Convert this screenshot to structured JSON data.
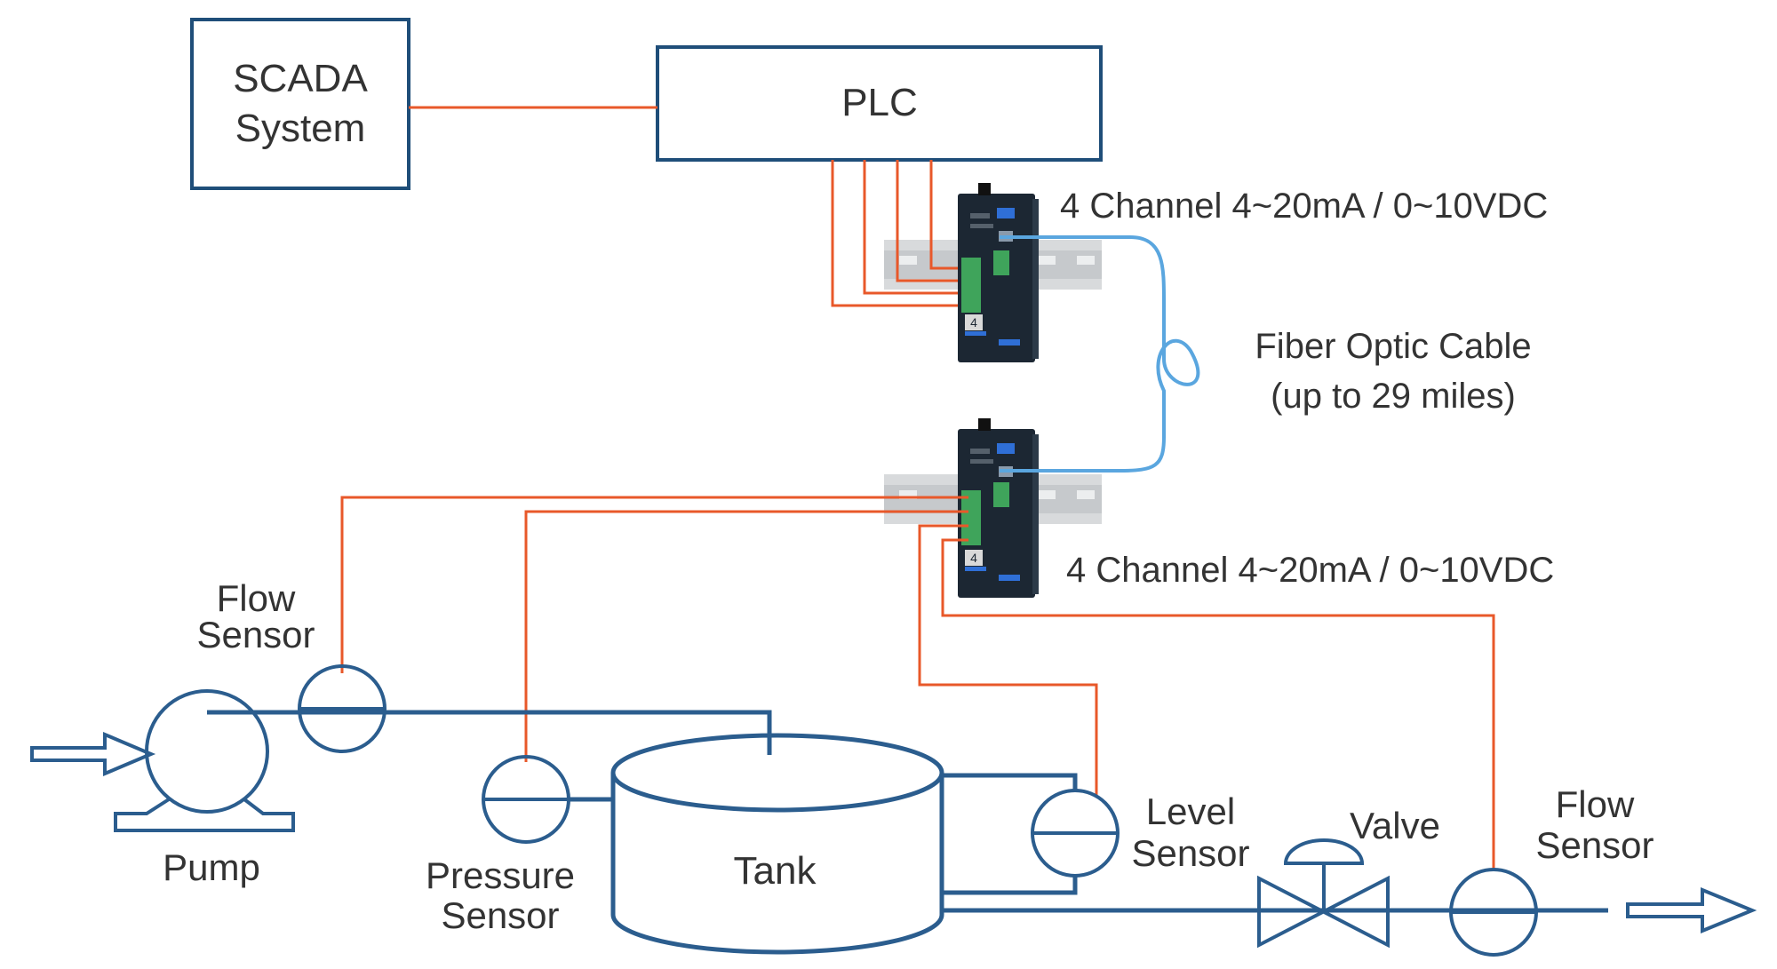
{
  "boxes": {
    "scada": [
      "SCADA",
      "System"
    ],
    "plc": "PLC"
  },
  "modules": {
    "top_label": "4 Channel 4~20mA / 0~10VDC",
    "bottom_label": "4 Channel 4~20mA / 0~10VDC",
    "badge_number": "4"
  },
  "fiber": [
    "Fiber Optic Cable",
    "(up to 29 miles)"
  ],
  "equipment": {
    "flow_sensor_left": [
      "Flow",
      "Sensor"
    ],
    "pump": "Pump",
    "pressure_sensor": [
      "Pressure",
      "Sensor"
    ],
    "tank": "Tank",
    "level_sensor": [
      "Level",
      "Sensor"
    ],
    "valve": "Valve",
    "flow_sensor_right": [
      "Flow",
      "Sensor"
    ]
  },
  "colors": {
    "box_stroke": "#1f4e79",
    "process_line": "#2b5d8e",
    "signal_wire": "#e8582a",
    "fiber_cable": "#5aa6df",
    "module_body": "#1c2733",
    "terminal": "#3fa45b"
  }
}
